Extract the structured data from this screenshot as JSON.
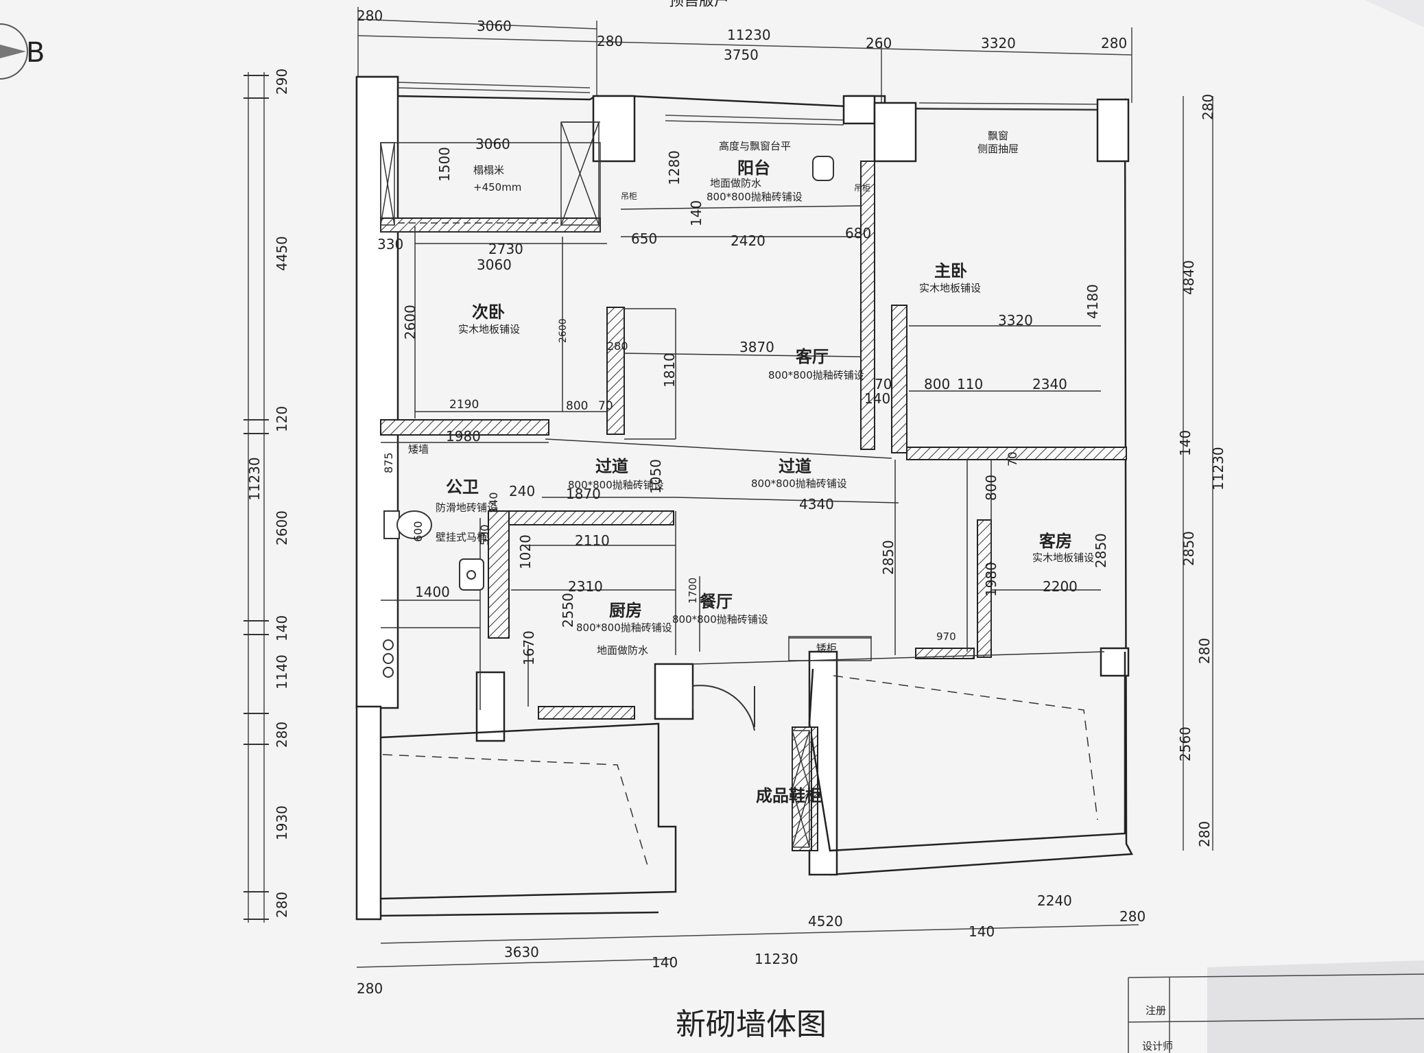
{
  "header": {
    "top_cut_text": "预售版户",
    "compass_letter": "B"
  },
  "drawing_title": "新砌墙体图",
  "title_block": {
    "note_label": "注册",
    "designer_label": "设计师"
  },
  "top_dims": {
    "d1": "280",
    "d2": "3060",
    "d3": "280",
    "d4": "11230",
    "d5": "3750",
    "d6": "260",
    "d7": "3320",
    "d8": "280"
  },
  "left_dims": {
    "d1": "290",
    "d2": "4450",
    "d3": "120",
    "d4": "11230",
    "d5": "2600",
    "d6": "140",
    "d7": "1140",
    "d8": "280",
    "d9": "1930",
    "d10": "280"
  },
  "right_dims": {
    "d1": "280",
    "d2": "4840",
    "d3": "140",
    "d4": "11230",
    "d5": "2850",
    "d6": "280",
    "d7": "2560",
    "d8": "280"
  },
  "bottom_dims": {
    "d1": "4520",
    "d2": "2240",
    "d3": "280",
    "d4": "140",
    "d5": "3630",
    "d6": "140",
    "d7": "11230",
    "d8": "280"
  },
  "rooms": {
    "balcony": {
      "name": "阳台",
      "note1": "高度与飘窗台平",
      "note2": "地面做防水",
      "note3": "800*800抛釉砖铺设"
    },
    "tatami": {
      "name": "榻榻米",
      "note": "+450mm"
    },
    "second_bedroom": {
      "name": "次卧",
      "note": "实木地板铺设"
    },
    "master_bedroom": {
      "name": "主卧",
      "note": "实木地板铺设"
    },
    "bay_window": {
      "name": "飘窗",
      "note": "侧面抽屉"
    },
    "living_room": {
      "name": "客厅",
      "note": "800*800抛釉砖铺设"
    },
    "corridor_left": {
      "name": "过道",
      "note": "800*800抛釉砖铺设"
    },
    "corridor_center": {
      "name": "过道",
      "note": "800*800抛釉砖铺设"
    },
    "public_bath": {
      "name": "公卫",
      "note1": "防滑地砖铺设",
      "note2": "壁挂式马桶",
      "low_wall": "矮墙"
    },
    "kitchen": {
      "name": "厨房",
      "note1": "800*800抛釉砖铺设",
      "note2": "地面做防水"
    },
    "dining": {
      "name": "餐厅",
      "note": "800*800抛釉砖铺设"
    },
    "guest_room": {
      "name": "客房",
      "note": "实木地板铺设"
    },
    "shoe_cabinet": {
      "name": "成品鞋柜"
    },
    "cabinet": {
      "name": "矮柜"
    },
    "hang1": {
      "name": "吊柜"
    },
    "hang2": {
      "name": "吊柜"
    }
  },
  "inner_dims": {
    "tat_w": "3060",
    "tat_h": "1500",
    "bal_h": "1280",
    "bal_140": "140",
    "d330": "330",
    "d2730": "2730",
    "d3060b": "3060",
    "d650": "650",
    "d2420": "2420",
    "d680": "680",
    "d2600a": "2600",
    "d2600b": "2600",
    "d280": "280",
    "d3870": "3870",
    "d1810": "1810",
    "d2190": "2190",
    "d800": "800",
    "d70": "70",
    "d3320": "3320",
    "d4180": "4180",
    "d70b": "70",
    "d800b": "800",
    "d110": "110",
    "d2340": "2340",
    "d140": "140",
    "d1980": "1980",
    "d875": "875",
    "d240": "240",
    "d1870": "1870",
    "d1050": "1050",
    "d4340": "4340",
    "d2110": "2110",
    "d1020": "1020",
    "d2310": "2310",
    "d2550": "2550",
    "d1700": "1700",
    "d1400": "1400",
    "d1670": "1670",
    "d2850a": "2850",
    "d2850b": "2850",
    "d800c": "800",
    "d70c": "70",
    "d1980b": "1980",
    "d2200": "2200",
    "d970": "970",
    "d600": "600",
    "d530": "530",
    "d140c": "140"
  }
}
